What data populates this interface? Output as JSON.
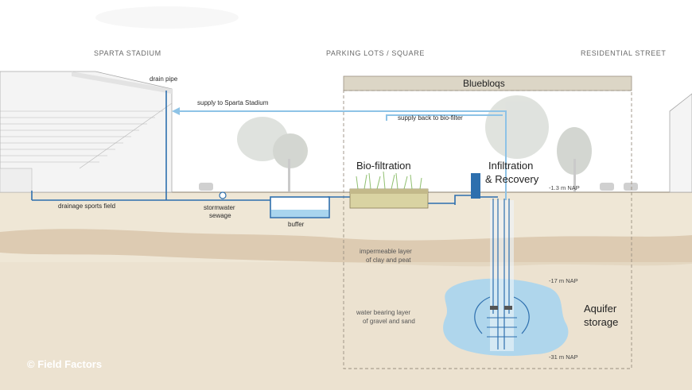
{
  "zones": {
    "left": "SPARTA STADIUM",
    "middle": "PARKING LOTS / SQUARE",
    "right": "RESIDENTIAL STREET"
  },
  "system_title": "Bluebloqs",
  "labels": {
    "drain_pipe": "drain pipe",
    "supply_stadium": "supply to Sparta Stadium",
    "supply_back": "supply back to bio-filter",
    "drainage": "drainage sports field",
    "stormwater_line1": "stormwater",
    "stormwater_line2": "sewage",
    "buffer": "buffer",
    "impermeable_line1": "impermeable layer",
    "impermeable_line2": "of clay and peat",
    "water_line1": "water bearing layer",
    "water_line2": "of gravel and sand"
  },
  "components": {
    "biofiltration": "Bio-filtration",
    "infiltration_line1": "Infiltration",
    "infiltration_line2": "& Recovery",
    "aquifer_line1": "Aquifer",
    "aquifer_line2": "storage"
  },
  "depths": {
    "surface": "-1.3 m NAP",
    "mid": "-17 m NAP",
    "deep": "-31 m NAP"
  },
  "credit": "© Field Factors",
  "colors": {
    "pipe": "#2d6fae",
    "flow_arrow": "#8ec3e6",
    "soil_top": "#efe6d3",
    "clay_layer": "#dccbb4",
    "aquifer_water": "#a9d5ee",
    "frame": "#9a9080"
  }
}
